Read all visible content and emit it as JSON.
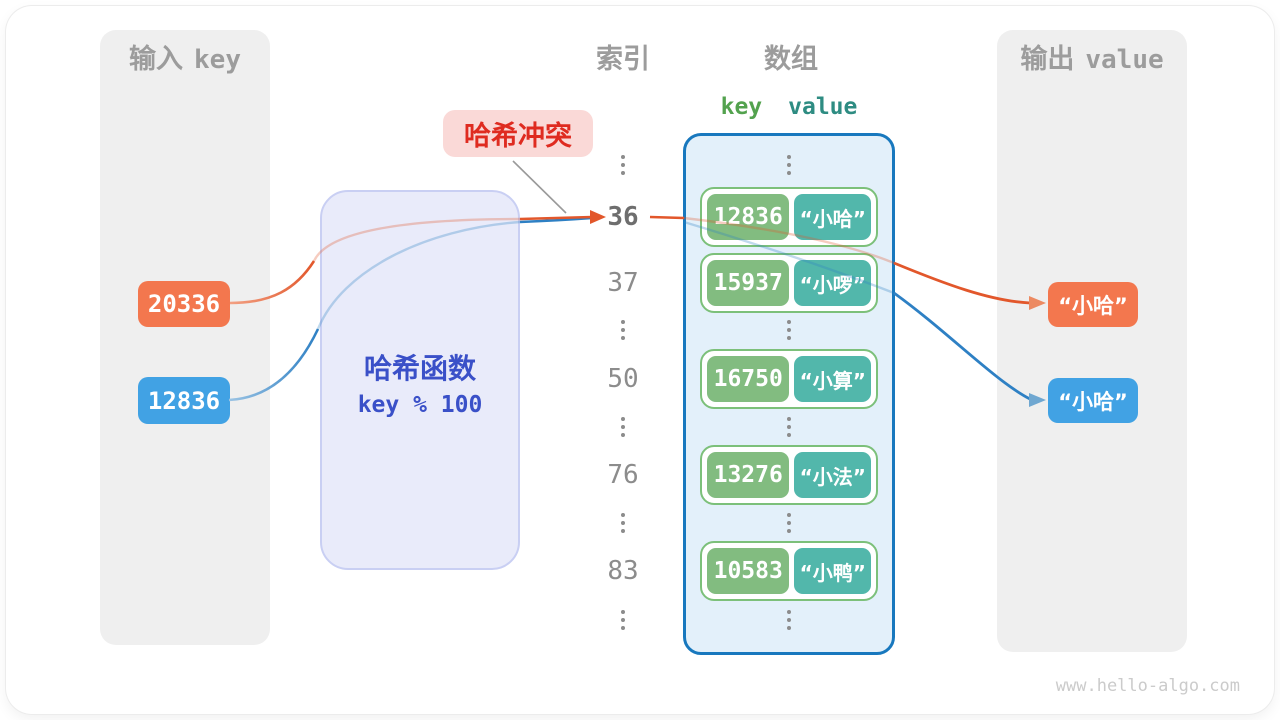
{
  "watermark": "www.hello-algo.com",
  "colors": {
    "orange_box": "#F3774E",
    "blue_box": "#41A2E4",
    "orange_arrow": "#E2572B",
    "blue_arrow": "#2E80C4",
    "key_green": "#82BC80",
    "value_teal": "#52B7AB",
    "array_border": "#1878BE",
    "array_bg": "#E3F0FA",
    "hash_bg": "#E9EBFA",
    "hash_text": "#3A50C8",
    "collision_red": "#DF2B20",
    "panel_gray": "#EFEFEF"
  },
  "input_panel": {
    "title_zh": "输入",
    "title_latin": "key",
    "items": [
      {
        "label": "20336",
        "color": "orange"
      },
      {
        "label": "12836",
        "color": "blue"
      }
    ]
  },
  "hash_box": {
    "name": "哈希函数",
    "formula": "key % 100"
  },
  "collision_label": {
    "text": "哈希冲突"
  },
  "index_column": {
    "title": "索引",
    "items": [
      {
        "kind": "dots"
      },
      {
        "kind": "index",
        "label": "36",
        "highlight": true
      },
      {
        "kind": "index",
        "label": "37"
      },
      {
        "kind": "dots"
      },
      {
        "kind": "index",
        "label": "50"
      },
      {
        "kind": "dots"
      },
      {
        "kind": "index",
        "label": "76"
      },
      {
        "kind": "dots"
      },
      {
        "kind": "index",
        "label": "83"
      },
      {
        "kind": "dots"
      }
    ]
  },
  "array_panel": {
    "title": "数组",
    "header_key": "key",
    "header_value": "value",
    "rows": [
      {
        "kind": "dots"
      },
      {
        "kind": "pair",
        "key": "12836",
        "value": "“小哈”"
      },
      {
        "kind": "pair",
        "key": "15937",
        "value": "“小啰”"
      },
      {
        "kind": "dots"
      },
      {
        "kind": "pair",
        "key": "16750",
        "value": "“小算”"
      },
      {
        "kind": "dots"
      },
      {
        "kind": "pair",
        "key": "13276",
        "value": "“小法”"
      },
      {
        "kind": "dots"
      },
      {
        "kind": "pair",
        "key": "10583",
        "value": "“小鸭”"
      },
      {
        "kind": "dots"
      }
    ]
  },
  "output_panel": {
    "title_zh": "输出",
    "title_latin": "value",
    "items": [
      {
        "label": "“小哈”",
        "color": "orange"
      },
      {
        "label": "“小哈”",
        "color": "blue"
      }
    ]
  }
}
